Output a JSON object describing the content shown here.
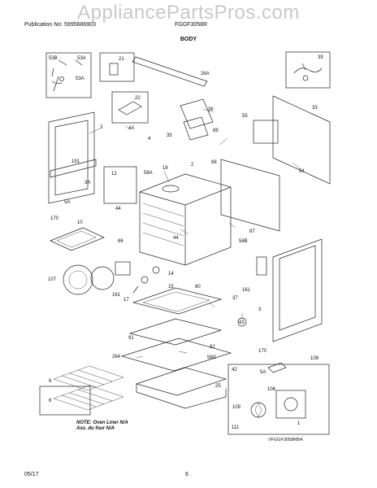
{
  "watermark": "AppliancePartsPros.com",
  "header": {
    "publication": "Publication No: 5995686903",
    "model": "FGGF3058R"
  },
  "title": "BODY",
  "note": {
    "line1": "NOTE: Oven Liner N/A",
    "line2": "Ass. du four N/A"
  },
  "diagram_code": "VFGGF3058RBA",
  "footer": {
    "date": "05/17",
    "page": "6"
  },
  "labels": {
    "l53B": "53B",
    "l53A_top": "53A",
    "l53A": "53A",
    "l21": "21",
    "l22": "22",
    "l26A": "26A",
    "l39": "39",
    "l33": "33",
    "l3_top": "3",
    "l4A": "4A",
    "l36": "36",
    "l35": "35",
    "l89": "89",
    "l55": "55",
    "l4": "4",
    "l191": "191",
    "l58A": "58A",
    "l18": "18",
    "l2": "2",
    "l88": "88",
    "l54": "54",
    "l12": "12",
    "l3A": "3A",
    "l5A_left": "5A",
    "l44_left": "44",
    "l170_left": "170",
    "l10": "10",
    "l86": "86",
    "l44": "44",
    "l87": "87",
    "l58B": "58B",
    "l107": "107",
    "l161_left": "161",
    "l14": "14",
    "l15": "15",
    "l80": "80",
    "l161": "161",
    "l17": "17",
    "l37": "37",
    "l3_right": "3",
    "l43": "43",
    "l91": "91",
    "l82": "82",
    "l264": "264",
    "l58G": "58G",
    "l42": "42",
    "l170": "170",
    "l108": "108",
    "l5A": "5A",
    "l6a": "6",
    "l6b": "6",
    "l25": "25",
    "l109": "109",
    "l106": "106",
    "l111": "111",
    "l1": "1"
  }
}
